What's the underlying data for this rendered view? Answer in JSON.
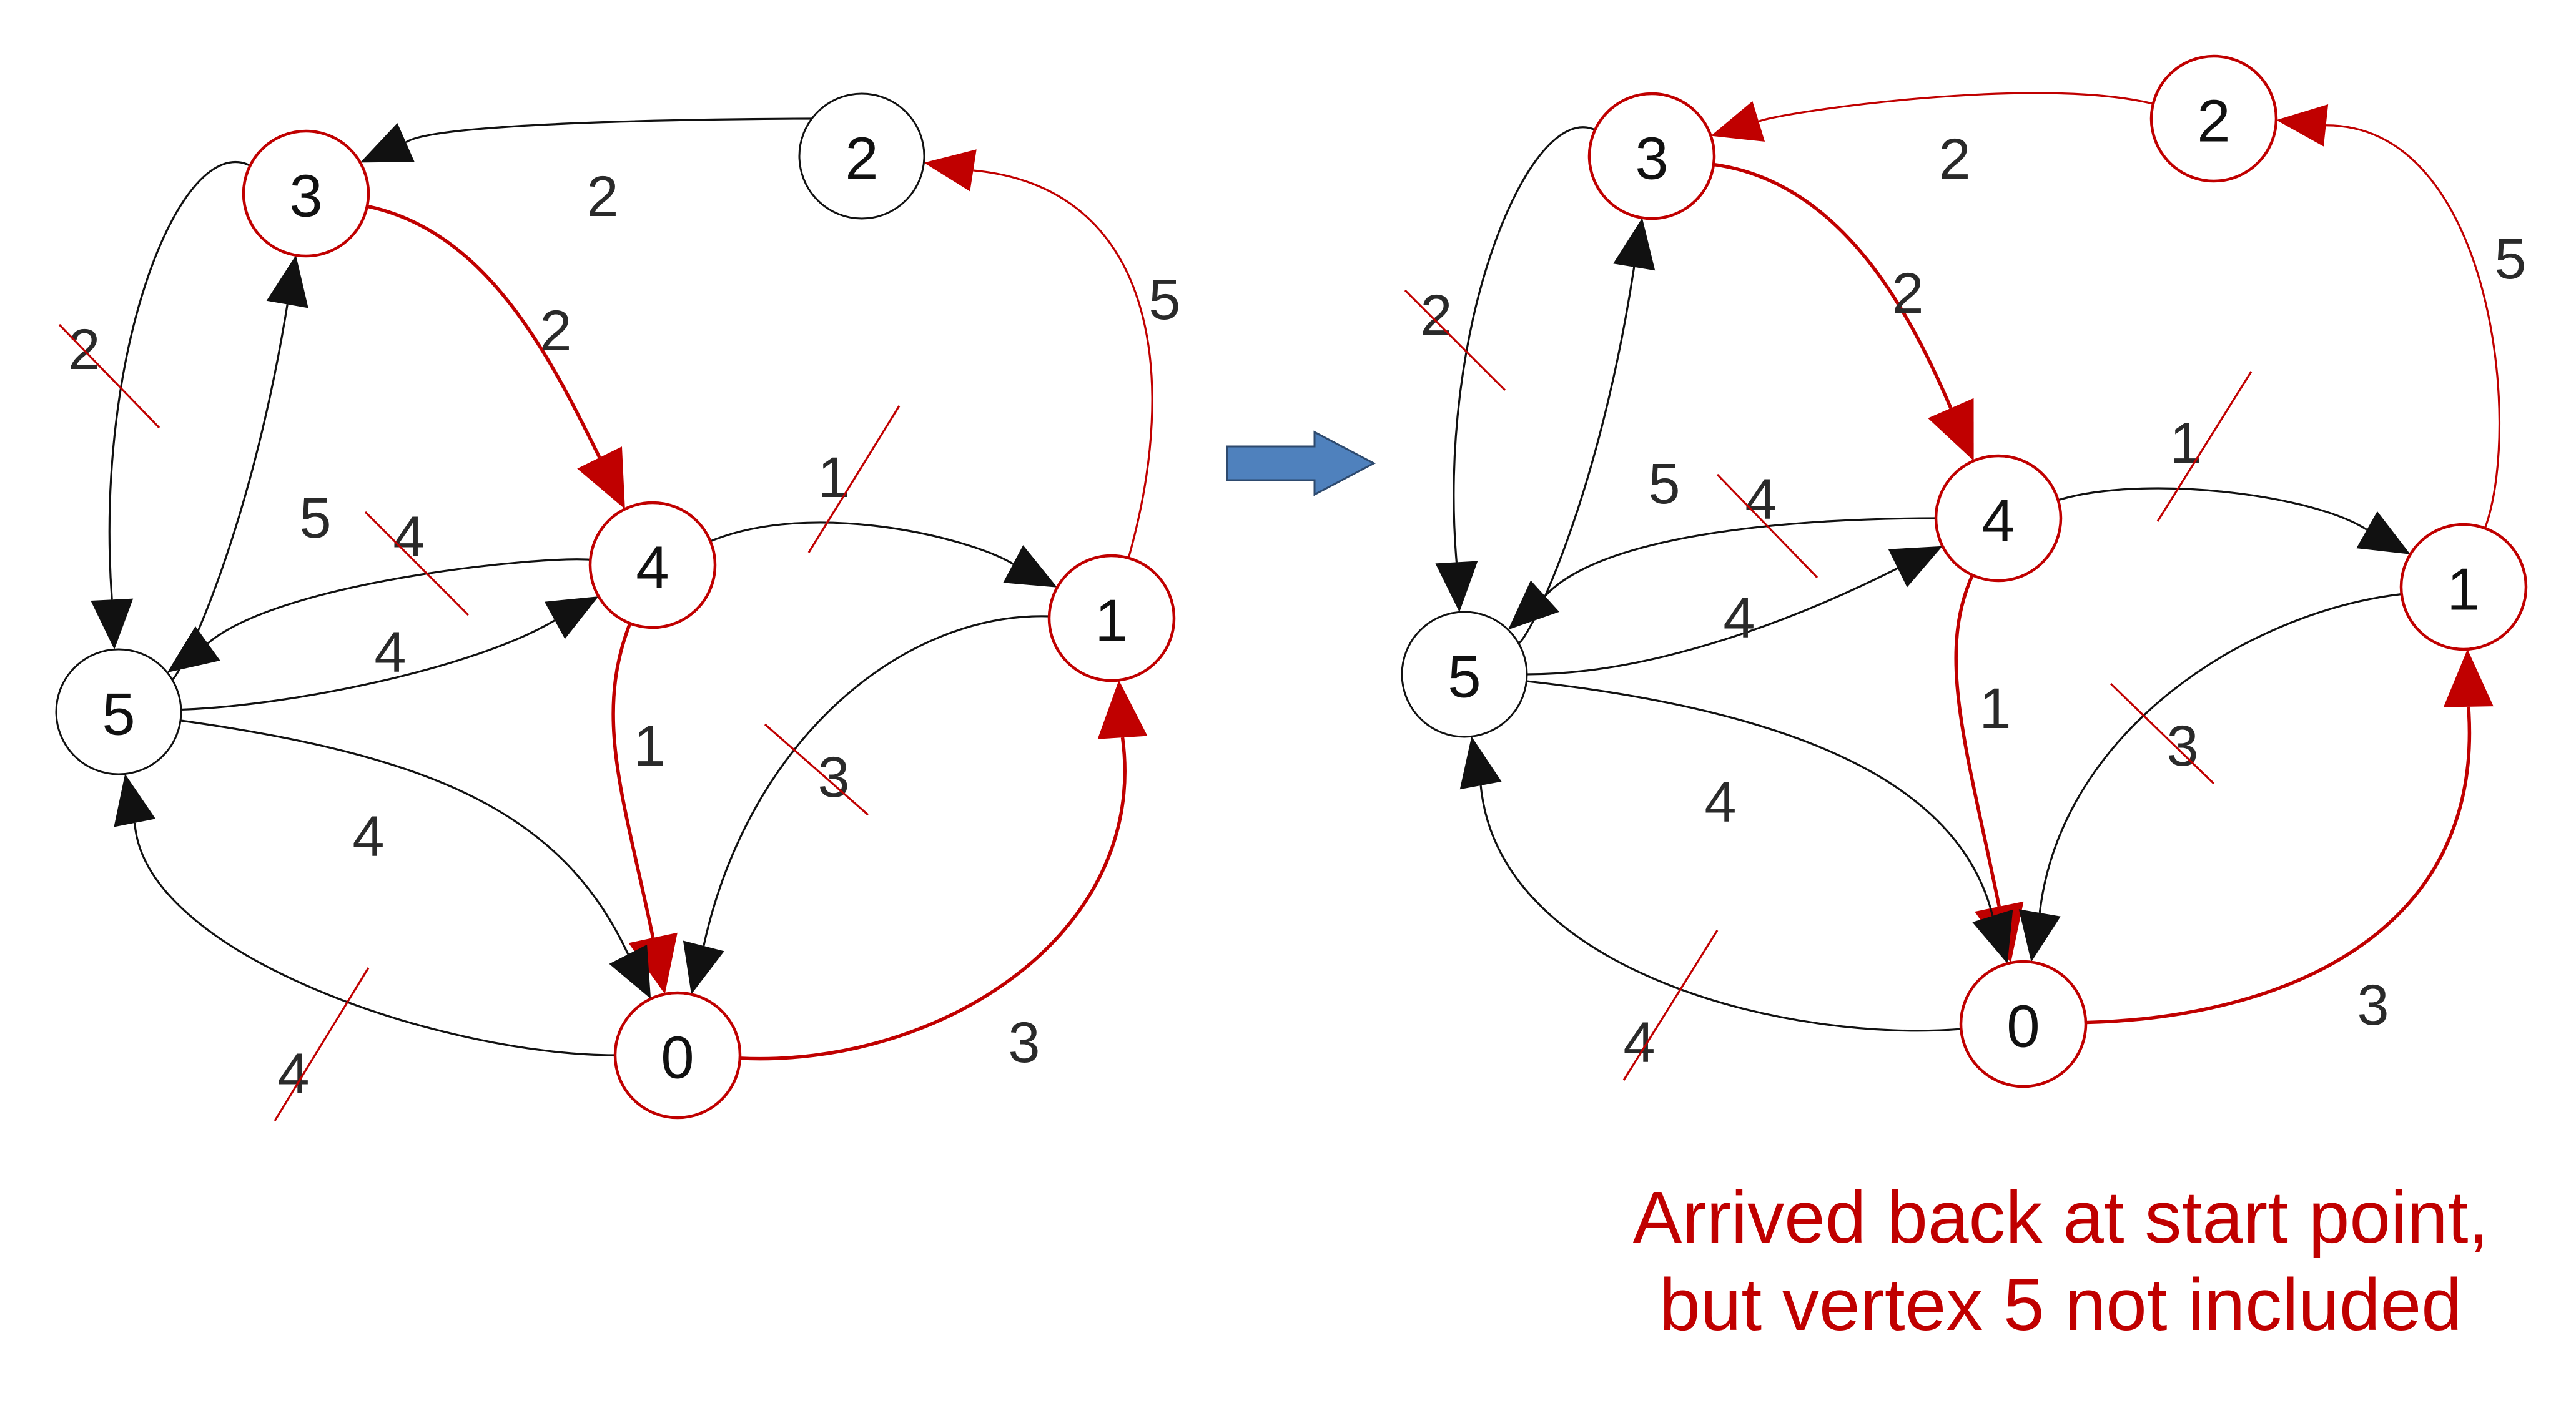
{
  "colors": {
    "black": "#111111",
    "red": "#c00000",
    "arrow_fill": "#4f81bd",
    "arrow_stroke": "#2e4a6e"
  },
  "caption": {
    "line1": "Arrived back at start point,",
    "line2": "but vertex 5 not included"
  },
  "graphs": [
    {
      "nodes": [
        {
          "id": "0",
          "label": "0",
          "highlight": true
        },
        {
          "id": "1",
          "label": "1",
          "highlight": true
        },
        {
          "id": "2",
          "label": "2",
          "highlight": false
        },
        {
          "id": "3",
          "label": "3",
          "highlight": true
        },
        {
          "id": "4",
          "label": "4",
          "highlight": true
        },
        {
          "id": "5",
          "label": "5",
          "highlight": false
        }
      ],
      "edges": [
        {
          "from": "2",
          "to": "3",
          "weight": "2",
          "color": "black",
          "bold": false,
          "struck": false
        },
        {
          "from": "3",
          "to": "4",
          "weight": "2",
          "color": "red",
          "bold": true,
          "struck": false
        },
        {
          "from": "3",
          "to": "5",
          "weight": "2",
          "color": "black",
          "bold": false,
          "struck": true
        },
        {
          "from": "5",
          "to": "3",
          "weight": "5",
          "color": "black",
          "bold": false,
          "struck": false
        },
        {
          "from": "4",
          "to": "5",
          "weight": "4",
          "color": "black",
          "bold": false,
          "struck": true
        },
        {
          "from": "5",
          "to": "4",
          "weight": "4",
          "color": "black",
          "bold": false,
          "struck": false
        },
        {
          "from": "4",
          "to": "1",
          "weight": "1",
          "color": "black",
          "bold": false,
          "struck": true
        },
        {
          "from": "4",
          "to": "0",
          "weight": "1",
          "color": "red",
          "bold": true,
          "struck": false
        },
        {
          "from": "1",
          "to": "0",
          "weight": "3",
          "color": "black",
          "bold": false,
          "struck": true
        },
        {
          "from": "5",
          "to": "0",
          "weight": "4",
          "color": "black",
          "bold": false,
          "struck": false
        },
        {
          "from": "0",
          "to": "5",
          "weight": "4",
          "color": "black",
          "bold": false,
          "struck": true
        },
        {
          "from": "0",
          "to": "1",
          "weight": "3",
          "color": "red",
          "bold": true,
          "struck": false
        },
        {
          "from": "1",
          "to": "2",
          "weight": "5",
          "color": "red",
          "bold": false,
          "struck": false
        }
      ]
    },
    {
      "nodes": [
        {
          "id": "0",
          "label": "0",
          "highlight": true
        },
        {
          "id": "1",
          "label": "1",
          "highlight": true
        },
        {
          "id": "2",
          "label": "2",
          "highlight": true
        },
        {
          "id": "3",
          "label": "3",
          "highlight": true
        },
        {
          "id": "4",
          "label": "4",
          "highlight": true
        },
        {
          "id": "5",
          "label": "5",
          "highlight": false
        }
      ],
      "edges": [
        {
          "from": "2",
          "to": "3",
          "weight": "2",
          "color": "red",
          "bold": false,
          "struck": false
        },
        {
          "from": "3",
          "to": "4",
          "weight": "2",
          "color": "red",
          "bold": true,
          "struck": false
        },
        {
          "from": "3",
          "to": "5",
          "weight": "2",
          "color": "black",
          "bold": false,
          "struck": true
        },
        {
          "from": "5",
          "to": "3",
          "weight": "5",
          "color": "black",
          "bold": false,
          "struck": false
        },
        {
          "from": "4",
          "to": "5",
          "weight": "4",
          "color": "black",
          "bold": false,
          "struck": true
        },
        {
          "from": "5",
          "to": "4",
          "weight": "4",
          "color": "black",
          "bold": false,
          "struck": false
        },
        {
          "from": "4",
          "to": "1",
          "weight": "1",
          "color": "black",
          "bold": false,
          "struck": true
        },
        {
          "from": "4",
          "to": "0",
          "weight": "1",
          "color": "red",
          "bold": true,
          "struck": false
        },
        {
          "from": "1",
          "to": "0",
          "weight": "3",
          "color": "black",
          "bold": false,
          "struck": true
        },
        {
          "from": "5",
          "to": "0",
          "weight": "4",
          "color": "black",
          "bold": false,
          "struck": false
        },
        {
          "from": "0",
          "to": "5",
          "weight": "4",
          "color": "black",
          "bold": false,
          "struck": true
        },
        {
          "from": "0",
          "to": "1",
          "weight": "3",
          "color": "red",
          "bold": true,
          "struck": false
        },
        {
          "from": "1",
          "to": "2",
          "weight": "5",
          "color": "red",
          "bold": false,
          "struck": false
        }
      ]
    }
  ]
}
